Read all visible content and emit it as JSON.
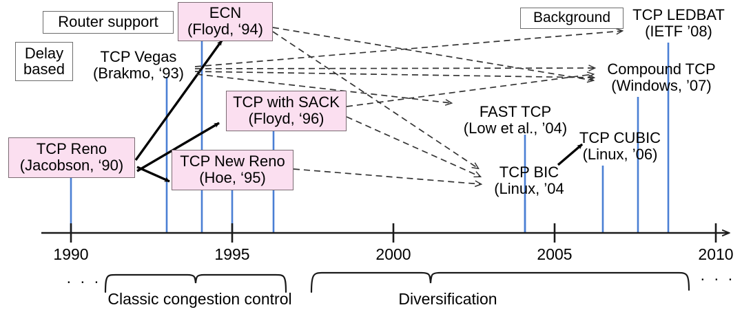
{
  "diagram": {
    "title": "TCP congestion control timeline",
    "colors": {
      "node_fill": "#fbdff0",
      "node_border": "#7a6a72",
      "tick_line": "#4a7fd4",
      "axis": "#1a1a1a",
      "category_border": "#6b6b6b"
    }
  },
  "categories": [
    {
      "id": "router-support",
      "label": "Router support"
    },
    {
      "id": "delay-based",
      "line1": "Delay",
      "line2": "based"
    },
    {
      "id": "background",
      "label": "Background"
    }
  ],
  "nodes": [
    {
      "id": "ecn",
      "name": "ECN",
      "cite": "(Floyd, ‘94)",
      "year": 1994,
      "boxed": true
    },
    {
      "id": "tcp-vegas",
      "name": "TCP Vegas",
      "cite": "(Brakmo, ‘93)",
      "year": 1993,
      "boxed": false
    },
    {
      "id": "tcp-reno",
      "name": "TCP Reno",
      "cite": "(Jacobson, ‘90)",
      "year": 1990,
      "boxed": true
    },
    {
      "id": "tcp-sack",
      "name": "TCP with SACK",
      "cite": "(Floyd, ‘96)",
      "year": 1996,
      "boxed": true
    },
    {
      "id": "tcp-new-reno",
      "name": "TCP New Reno",
      "cite": "(Hoe, ‘95)",
      "year": 1995,
      "boxed": true
    },
    {
      "id": "tcp-ledbat",
      "name": "TCP LEDBAT",
      "cite": "(IETF ’08)",
      "year": 2008,
      "boxed": false
    },
    {
      "id": "compound-tcp",
      "name": "Compound TCP",
      "cite": "(Windows, ’07)",
      "year": 2007,
      "boxed": false
    },
    {
      "id": "fast-tcp",
      "name": "FAST TCP",
      "cite": "(Low et al., ’04)",
      "year": 2004,
      "boxed": false
    },
    {
      "id": "tcp-cubic",
      "name": "TCP CUBIC",
      "cite": "(Linux, ’06)",
      "year": 2006,
      "boxed": false
    },
    {
      "id": "tcp-bic",
      "name": "TCP BIC",
      "cite": "(Linux, ’04",
      "year": 2004,
      "boxed": false
    }
  ],
  "axis": {
    "ticks": [
      "1990",
      "1995",
      "2000",
      "2005",
      "2010"
    ],
    "start_year": 1990,
    "end_year": 2010
  },
  "eras": [
    {
      "id": "classic",
      "label": "Classic congestion control",
      "ellipsis_before": "· · ·"
    },
    {
      "id": "diversification",
      "label": "Diversification",
      "ellipsis_after": "· · ·"
    }
  ]
}
